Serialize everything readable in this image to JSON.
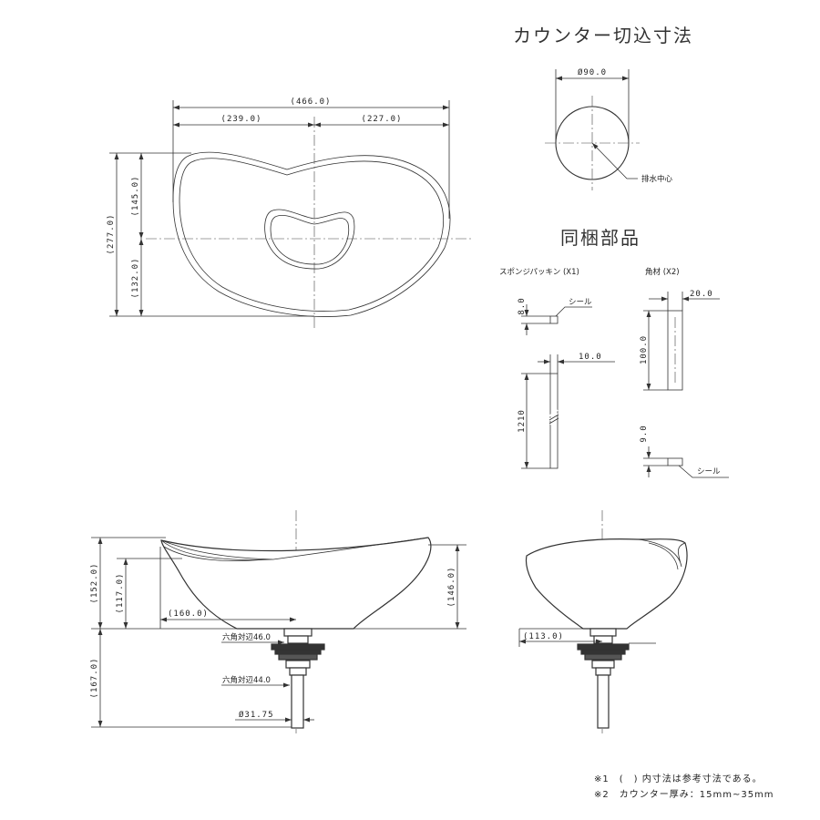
{
  "titles": {
    "counter_cut": "カウンター切込寸法",
    "included_parts": "同梱部品"
  },
  "top_view": {
    "overall_width": "(466.0)",
    "left_width": "(239.0)",
    "right_width": "(227.0)",
    "overall_depth": "(277.0)",
    "upper_depth": "(145.0)",
    "lower_depth": "(132.0)"
  },
  "counter_cut": {
    "diameter": "Ø90.0",
    "drain_center_label": "排水中心"
  },
  "parts": {
    "sponge_packing_title": "スポンジパッキン (X1)",
    "sponge_thickness": "8.0",
    "sponge_seal_label": "シール",
    "sponge_width": "10.0",
    "sponge_length": "1210",
    "square_block_title": "角材 (X2)",
    "block_width": "20.0",
    "block_length": "100.0",
    "block_thickness": "9.0",
    "block_seal_label": "シール"
  },
  "front_view": {
    "overall_height": "(152.0)",
    "inner_height": "(117.0)",
    "right_height": "(146.0)",
    "drain_offset": "(160.0)",
    "hex_top": "六角対辺46.0",
    "hex_bottom": "六角対辺44.0",
    "drain_height": "(167.0)",
    "pipe_diameter": "Ø31.75"
  },
  "side_view": {
    "drain_offset": "(113.0)"
  },
  "notes": {
    "note1": "※1　(　) 内寸法は参考寸法である。",
    "note2": "※2　カウンター厚み：15mm~35mm"
  }
}
